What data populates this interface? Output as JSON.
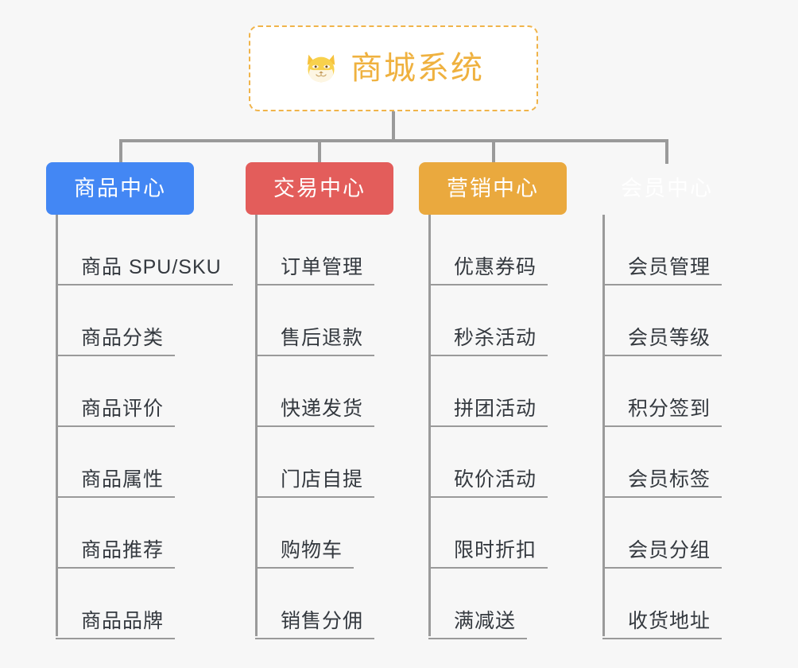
{
  "page": {
    "background_color": "#f7f7f7",
    "line_color": "#9a9a9a",
    "leaf_text_color": "#34393f"
  },
  "root": {
    "title": "商城系统",
    "icon": "shiba-dog-icon",
    "text_color": "#efb13f",
    "border_color": "#f0b44a",
    "background_color": "#ffffff"
  },
  "columns": [
    {
      "label": "商品中心",
      "color": "#4387f4",
      "items": [
        "商品 SPU/SKU",
        "商品分类",
        "商品评价",
        "商品属性",
        "商品推荐",
        "商品品牌"
      ]
    },
    {
      "label": "交易中心",
      "color": "#e35d5b",
      "items": [
        "订单管理",
        "售后退款",
        "快递发货",
        "门店自提",
        "购物车",
        "销售分佣"
      ]
    },
    {
      "label": "营销中心",
      "color": "#eaa93e",
      "items": [
        "优惠券码",
        "秒杀活动",
        "拼团活动",
        "砍价活动",
        "限时折扣",
        "满减送"
      ]
    },
    {
      "label": "会员中心",
      "color": "#78c council",
      "items": [
        "会员管理",
        "会员等级",
        "积分签到",
        "会员标签",
        "会员分组",
        "收货地址"
      ]
    }
  ]
}
